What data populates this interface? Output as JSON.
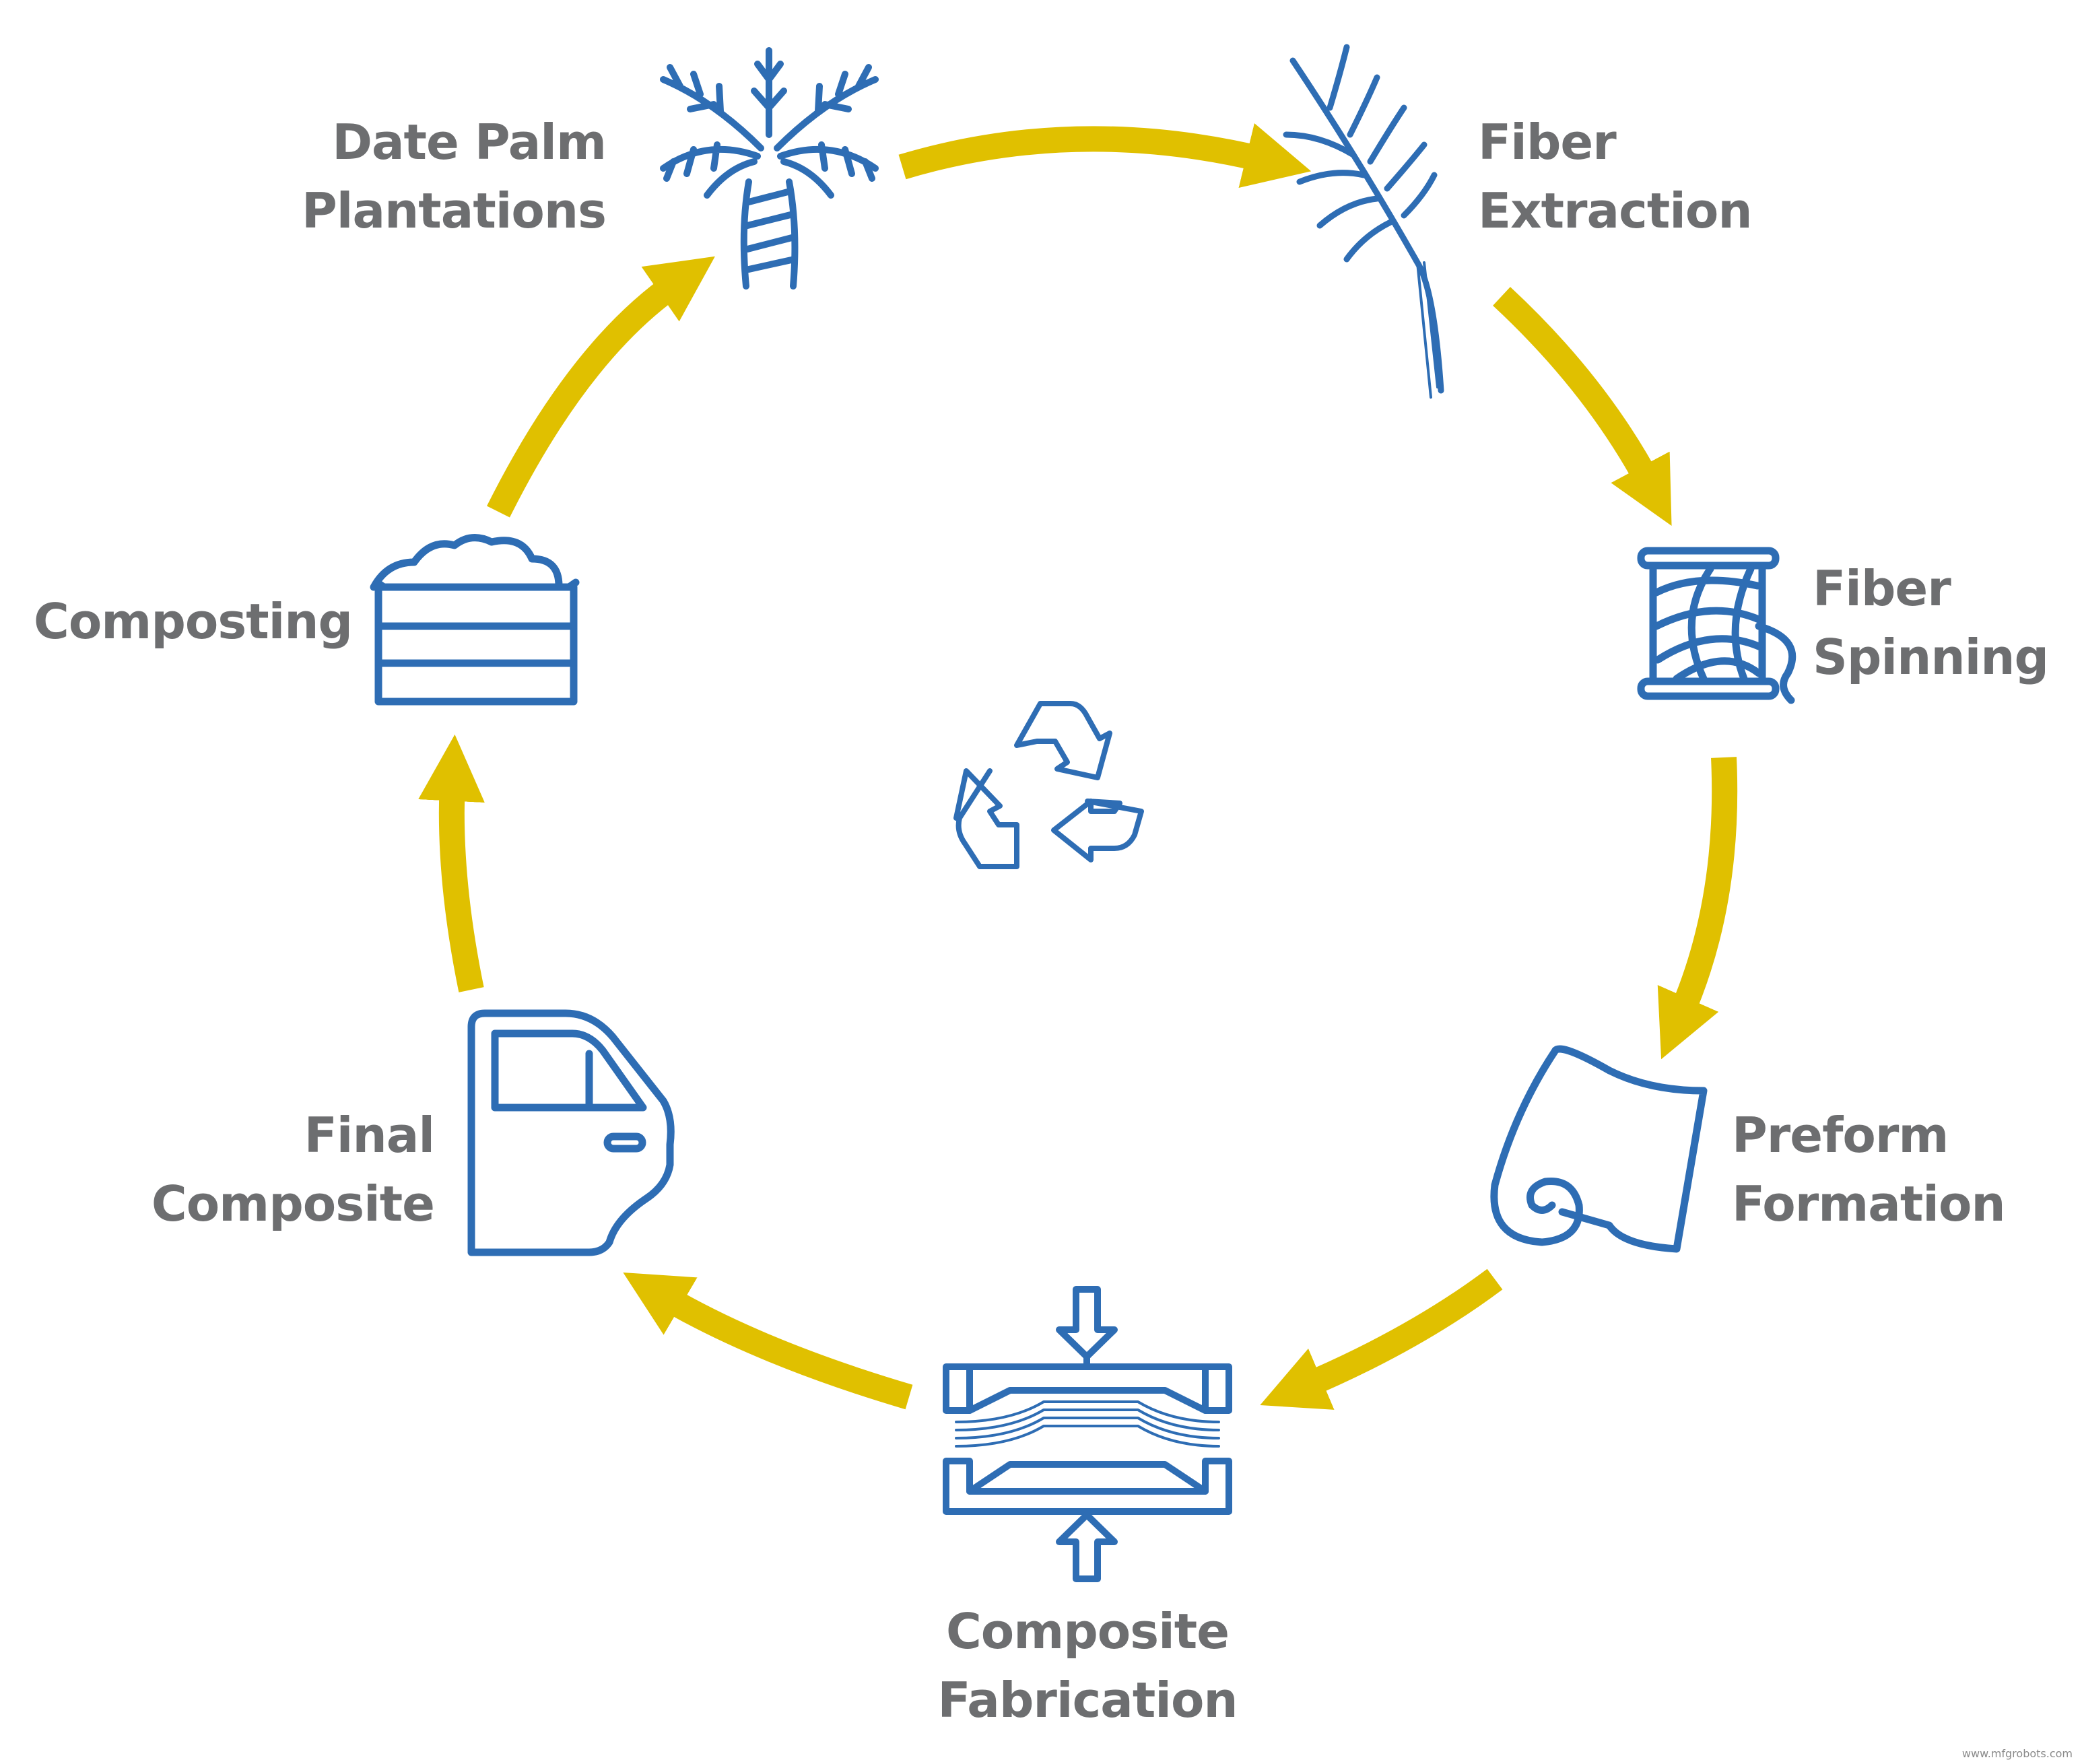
{
  "colors": {
    "icon": "#2e6db4",
    "arrow": "#e0c000",
    "label": "#6d6e70"
  },
  "stages": {
    "date_palm": {
      "line1": "Date Palm",
      "line2": "Plantations",
      "icon": "date-palm-tree-icon"
    },
    "fiber_extraction": {
      "line1": "Fiber",
      "line2": "Extraction",
      "icon": "palm-frond-icon"
    },
    "fiber_spinning": {
      "line1": "Fiber",
      "line2": "Spinning",
      "icon": "thread-spool-icon"
    },
    "preform_formation": {
      "line1": "Preform",
      "line2": "Formation",
      "icon": "fabric-roll-icon"
    },
    "composite_fabrication": {
      "line1": "Composite",
      "line2": "Fabrication",
      "icon": "compression-mold-icon"
    },
    "final_composite": {
      "line1": "Final",
      "line2": "Composite",
      "icon": "car-door-icon"
    },
    "composting": {
      "line1": "Composting",
      "icon": "compost-bin-icon"
    }
  },
  "center_icon": "recycle-icon",
  "watermark": "www.mfgrobots.com"
}
